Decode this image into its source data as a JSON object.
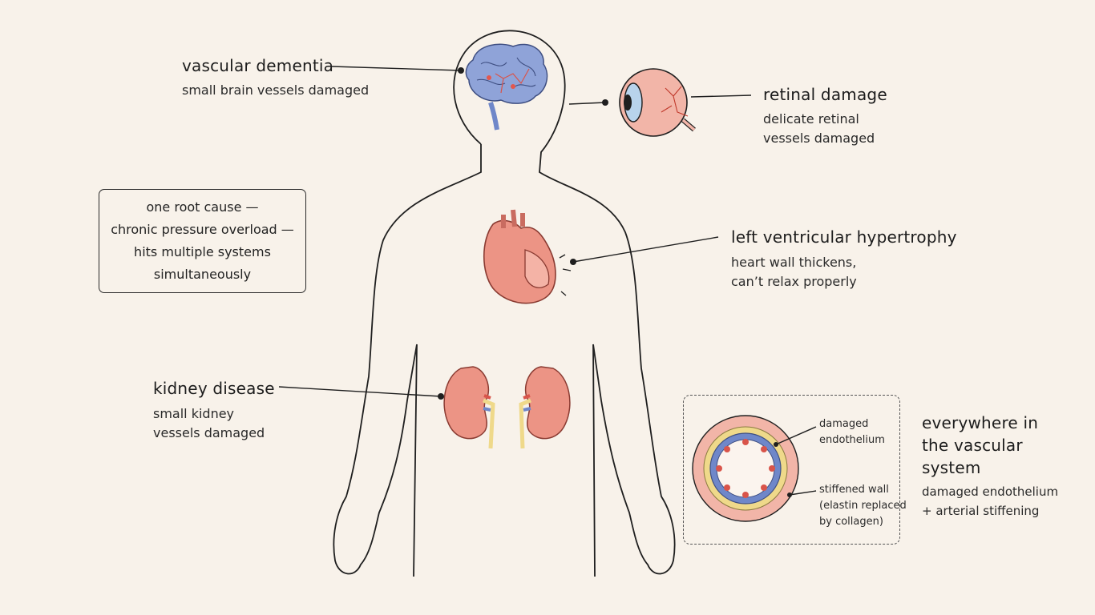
{
  "labels": {
    "dementia": {
      "title": "vascular dementia",
      "desc": "small brain vessels damaged"
    },
    "retina": {
      "title": "retinal damage",
      "desc": [
        "delicate retinal",
        "vessels damaged"
      ]
    },
    "heart": {
      "title": "left ventricular hypertrophy",
      "desc": [
        "heart wall thickens,",
        "can’t relax properly"
      ]
    },
    "kidney": {
      "title": "kidney disease",
      "desc": [
        "small kidney",
        "vessels damaged"
      ]
    },
    "vascular": {
      "title": [
        "everywhere in",
        "the vascular",
        "system"
      ],
      "desc": [
        "damaged endothelium",
        "+ arterial stiffening"
      ]
    }
  },
  "root_cause": [
    "one root cause —",
    "chronic pressure overload —",
    "hits multiple systems",
    "simultaneously"
  ],
  "vessel_callouts": {
    "endothelium": [
      "damaged",
      "endothelium"
    ],
    "wall": [
      "stiffened wall",
      "(elastin replaced",
      "by collagen)"
    ]
  },
  "colors": {
    "background": "#f8f2ea",
    "ink": "#1f1f1f",
    "brain": "#8fa3d8",
    "organ": "#e98a7c",
    "artery_blue": "#6f87c9",
    "artery_yellow": "#efd98a"
  }
}
